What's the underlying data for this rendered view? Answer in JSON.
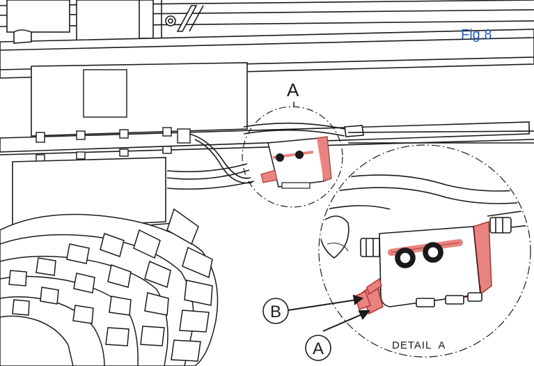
{
  "figure_label": "Fig.8",
  "detail_marker": "A",
  "detail_caption": "DETAIL  A",
  "callouts": {
    "b": "B",
    "a": "A"
  },
  "colors": {
    "line": "#1a1a1a",
    "highlight": "#e8837f",
    "highlight_edge": "#b03a35",
    "figure_label": "#1f5fbf"
  }
}
